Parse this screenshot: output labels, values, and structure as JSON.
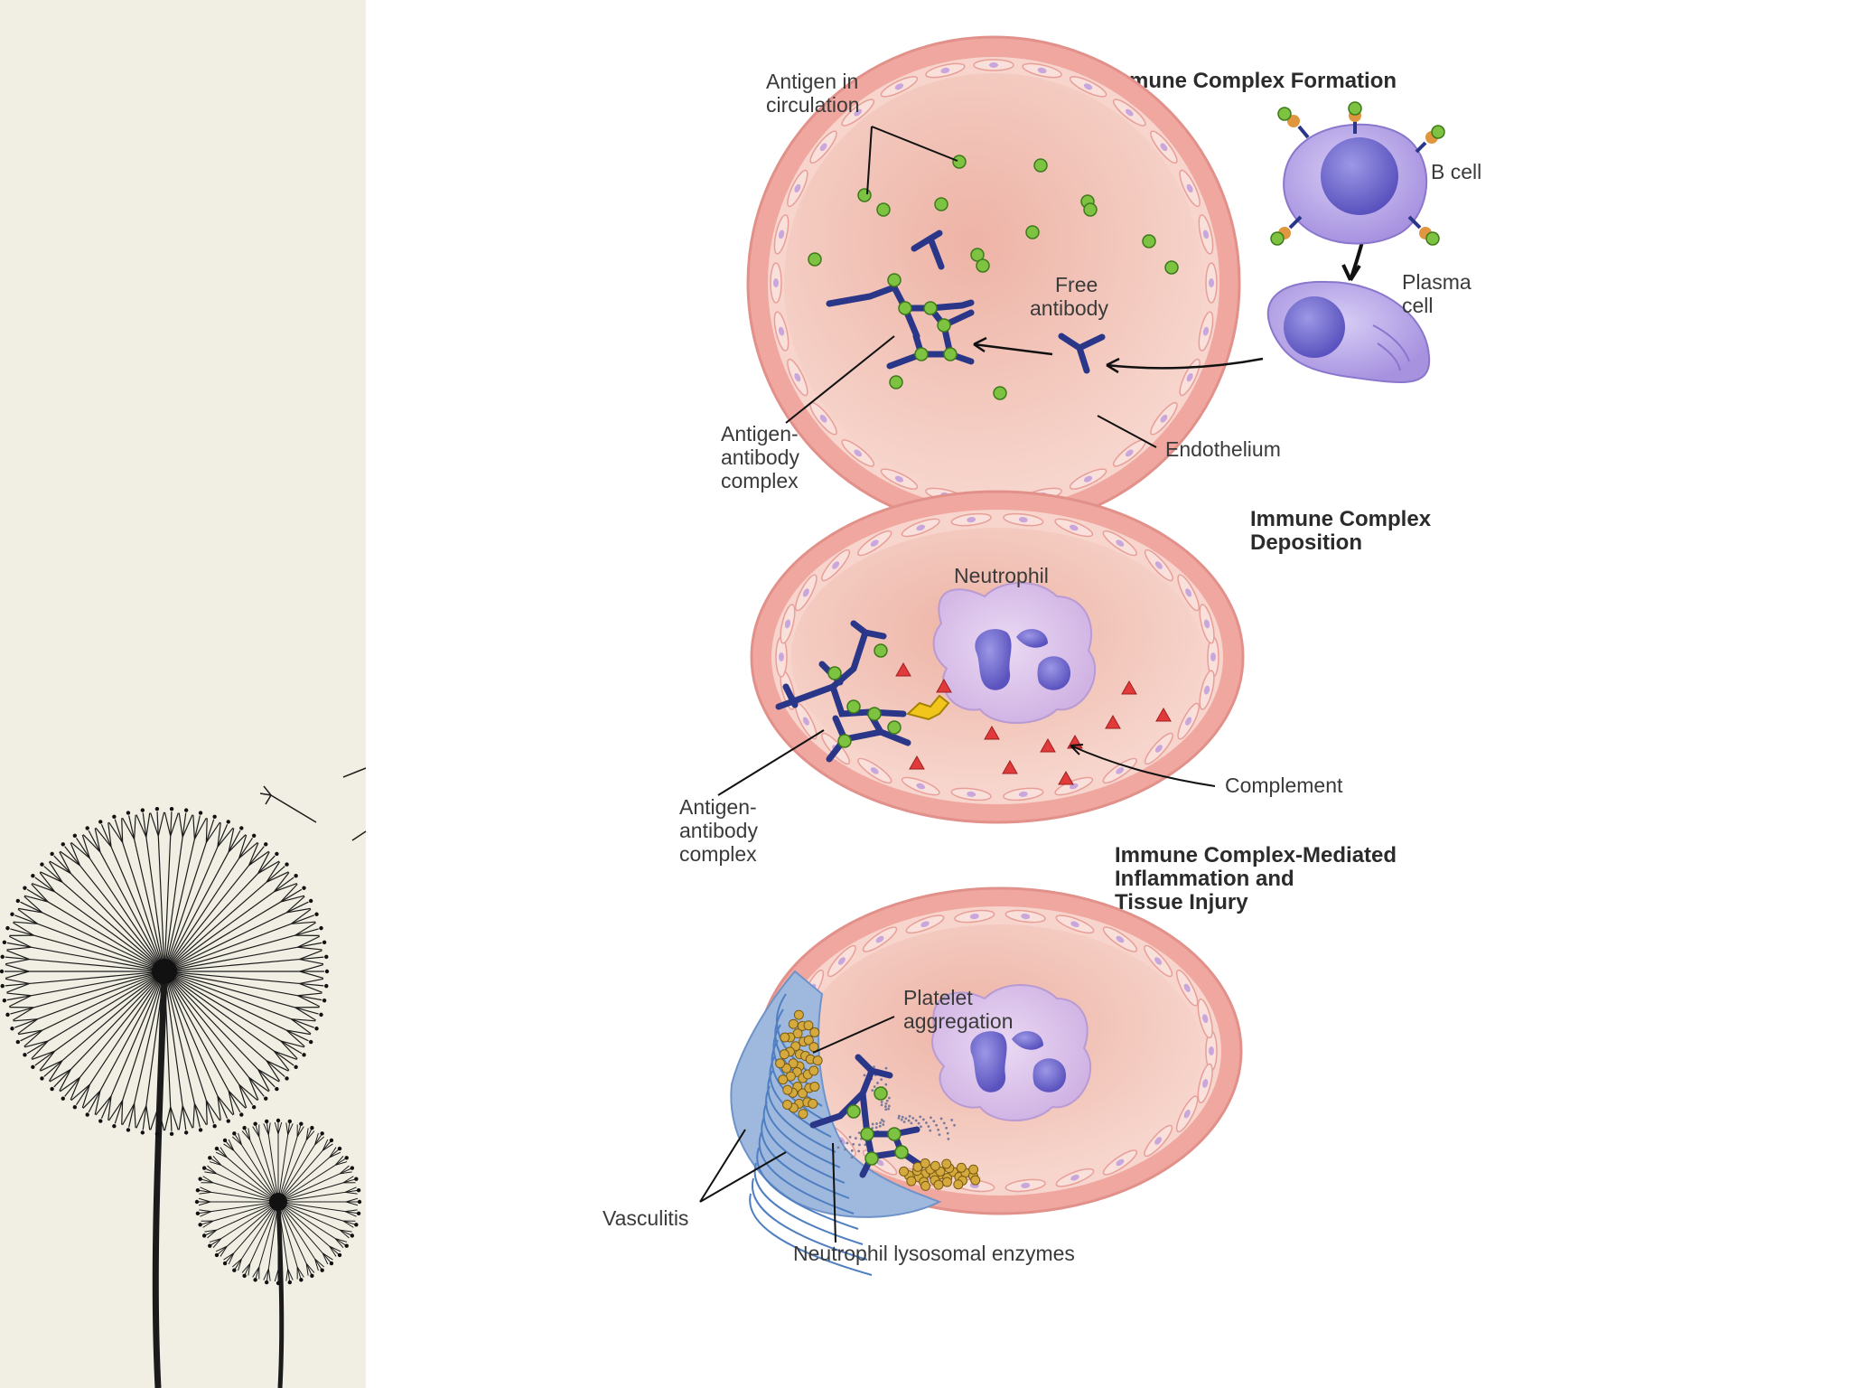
{
  "colors": {
    "panel": "#f1efe3",
    "vessel_outer": "#f3b3ad",
    "vessel_lumen": "#f2c3b6",
    "endothelium_cell": "#f7d2cc",
    "antigen": "#7ec242",
    "antibody": "#2a3688",
    "complement": "#e03a3a",
    "b_cell": "#b9a5e6",
    "nucleus": "#6f68cc",
    "neutrophil": "#dcc3ea",
    "platelet": "#d4a93d",
    "vasculitis": "#7fa7d6"
  },
  "labels": {
    "antigen_in_circulation": [
      "Antigen in",
      "circulation"
    ],
    "free_antibody": [
      "Free",
      "antibody"
    ],
    "b_cell": "B cell",
    "plasma_cell": [
      "Plasma",
      "cell"
    ],
    "complex_1": [
      "Antigen-",
      "antibody",
      "complex"
    ],
    "endothelium": "Endothelium",
    "neutrophil": "Neutrophil",
    "complement": "Complement",
    "complex_2": [
      "Antigen-",
      "antibody",
      "complex"
    ],
    "platelet_aggregation": [
      "Platelet",
      "aggregation"
    ],
    "vasculitis": "Vasculitis",
    "neutrophil_lysosomal_enzymes": "Neutrophil lysosomal enzymes"
  },
  "titles": {
    "formation": "Immune Complex Formation",
    "deposition": [
      "Immune Complex",
      "Deposition"
    ],
    "inflammation": [
      "Immune Complex-Mediated",
      "Inflammation and",
      "Tissue Injury"
    ]
  }
}
